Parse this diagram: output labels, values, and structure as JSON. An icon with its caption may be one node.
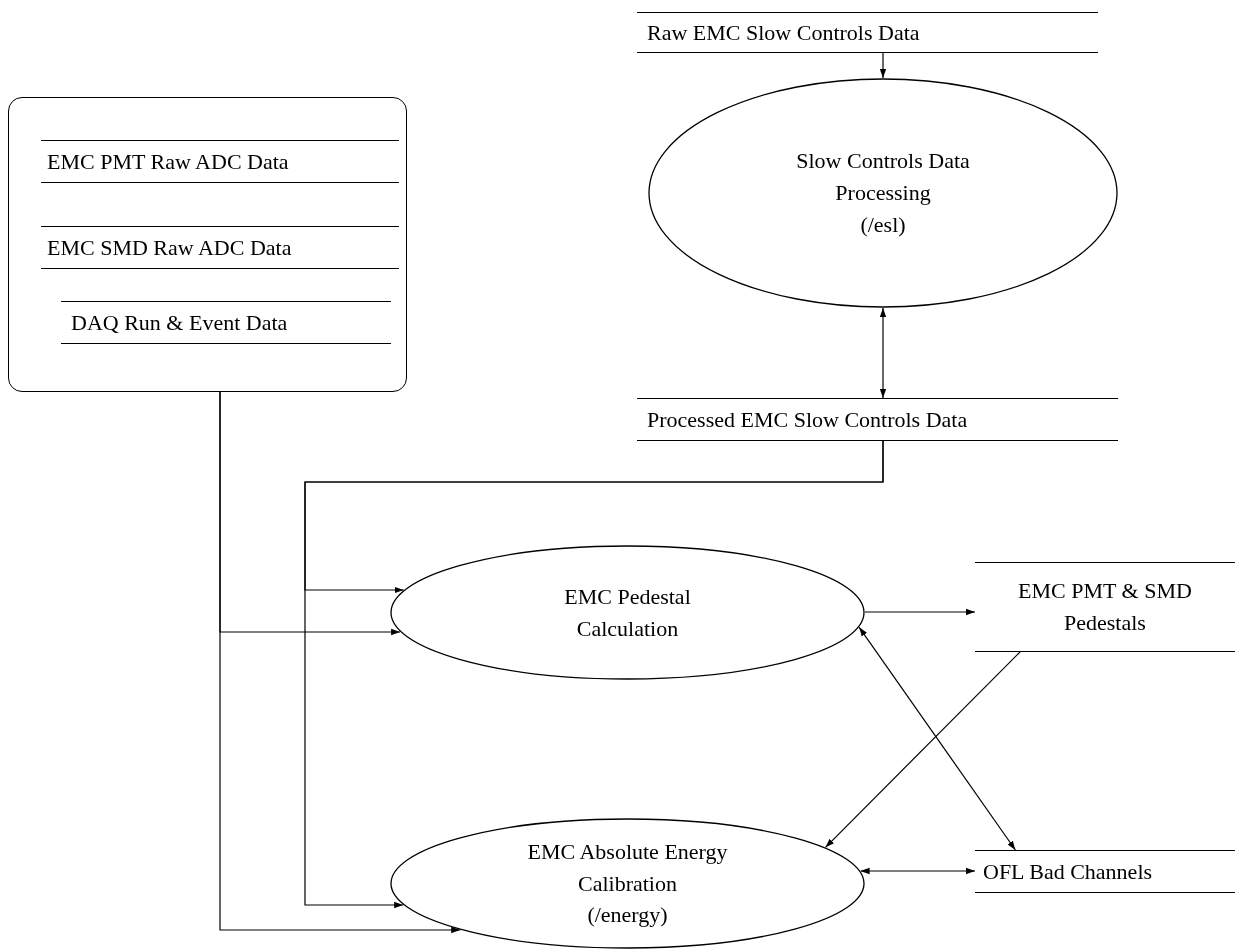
{
  "diagram": {
    "nodes": [
      {
        "text": [],
        "shape": "box"
      },
      {
        "text": [
          "EMC PMT Raw ADC Data"
        ],
        "in": 0
      },
      {
        "text": [
          "EMC SMD Raw ADC Data"
        ],
        "in": 0
      },
      {
        "text": [
          "DAQ Run & Event Data"
        ],
        "in": 0
      },
      {
        "text": [
          "Raw EMC Slow Controls Data"
        ]
      },
      {
        "text": [
          "Slow Controls Data Processing",
          "(/esl)"
        ]
      },
      {
        "text": [
          "Processed EMC Slow Controls Data"
        ]
      },
      {
        "text": [
          "EMC Pedestal Calculation"
        ]
      },
      {
        "text": [
          "EMC PMT & SMD Pedestals"
        ]
      },
      {
        "text": [
          "EMC Absolute Energy Calibration",
          "(/energy)"
        ]
      },
      {
        "text": [
          "OFL Bad Channels"
        ]
      }
    ],
    "edges": [
      {
        "from": 4,
        "to": 5,
        "arrow": "to"
      },
      {
        "from": 5,
        "to": 6,
        "arrow": "both"
      },
      {
        "from": 6,
        "to": 7,
        "arrow": "to"
      },
      {
        "from": 6,
        "to": 9,
        "arrow": "to"
      },
      {
        "from": 0,
        "to": 7,
        "arrow": "to"
      },
      {
        "from": 0,
        "to": 9,
        "arrow": "to"
      },
      {
        "from": 7,
        "to": 8,
        "arrow": "to"
      },
      {
        "from": 8,
        "to": 9,
        "arrow": "to"
      },
      {
        "from": 7,
        "to": 10,
        "arrow": "both"
      },
      {
        "from": 9,
        "to": 10,
        "arrow": "both"
      }
    ]
  }
}
